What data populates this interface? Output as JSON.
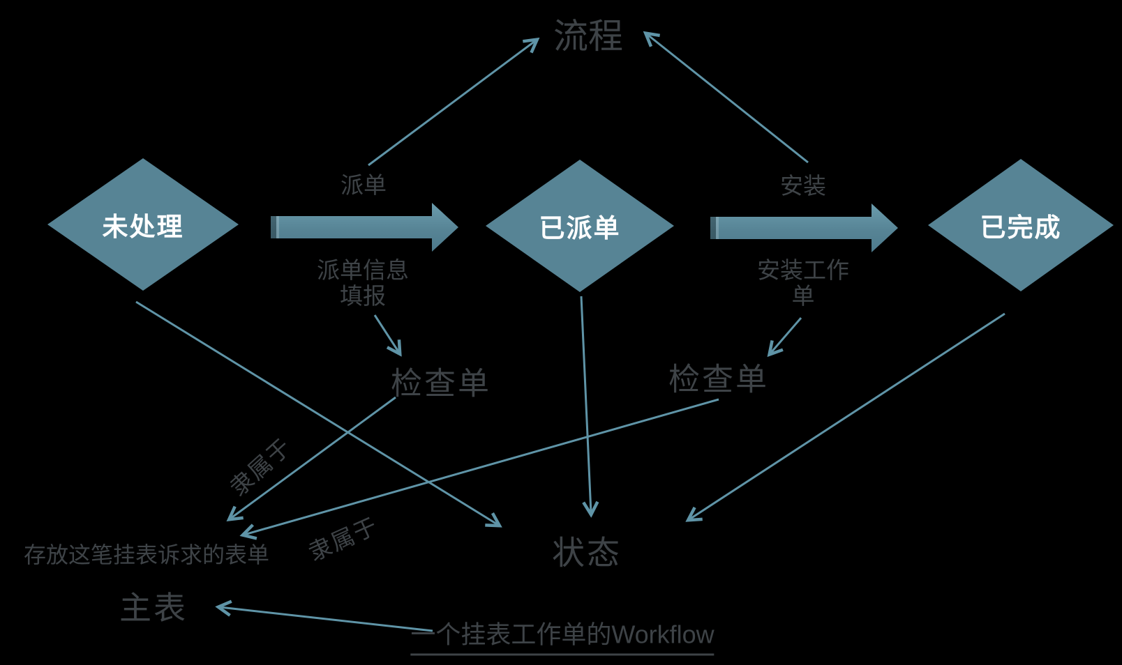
{
  "diagram": {
    "process_label": "流程",
    "states": [
      {
        "label": "未处理"
      },
      {
        "label": "已派单"
      },
      {
        "label": "已完成"
      }
    ],
    "transitions": [
      {
        "action": "派单",
        "artifact": "派单信息\n填报"
      },
      {
        "action": "安装",
        "artifact": "安装工作\n单"
      }
    ],
    "checklist_left": "检查单",
    "checklist_right": "检查单",
    "status_label": "状态",
    "form_note": "存放这笔挂表诉求的表单",
    "main_table_label": "主表",
    "belongs_to_left": "隶属于",
    "belongs_to_right": "隶属于",
    "caption": "一个挂表工作单的Workflow"
  },
  "colors": {
    "background": "#000000",
    "shape_fill": "#578495",
    "connector": "#5f94a7",
    "text_gray": "#3e4347",
    "text_white": "#ffffff"
  }
}
